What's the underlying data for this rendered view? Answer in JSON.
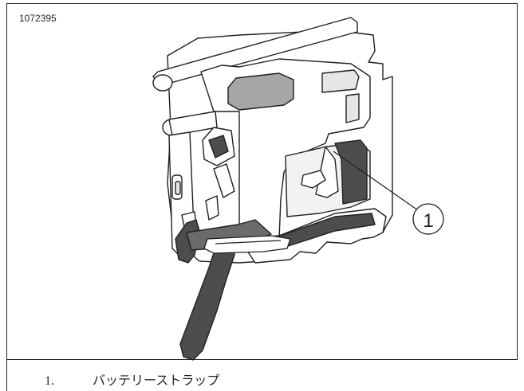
{
  "figure": {
    "id": "1072395",
    "callout": "1"
  },
  "legend": [
    {
      "number": "1.",
      "label": "バッテリーストラップ"
    }
  ],
  "colors": {
    "line": "#231f20",
    "strap": "#4d4d4d",
    "shade": "#a6a6a6",
    "light": "#e6e6e6"
  }
}
